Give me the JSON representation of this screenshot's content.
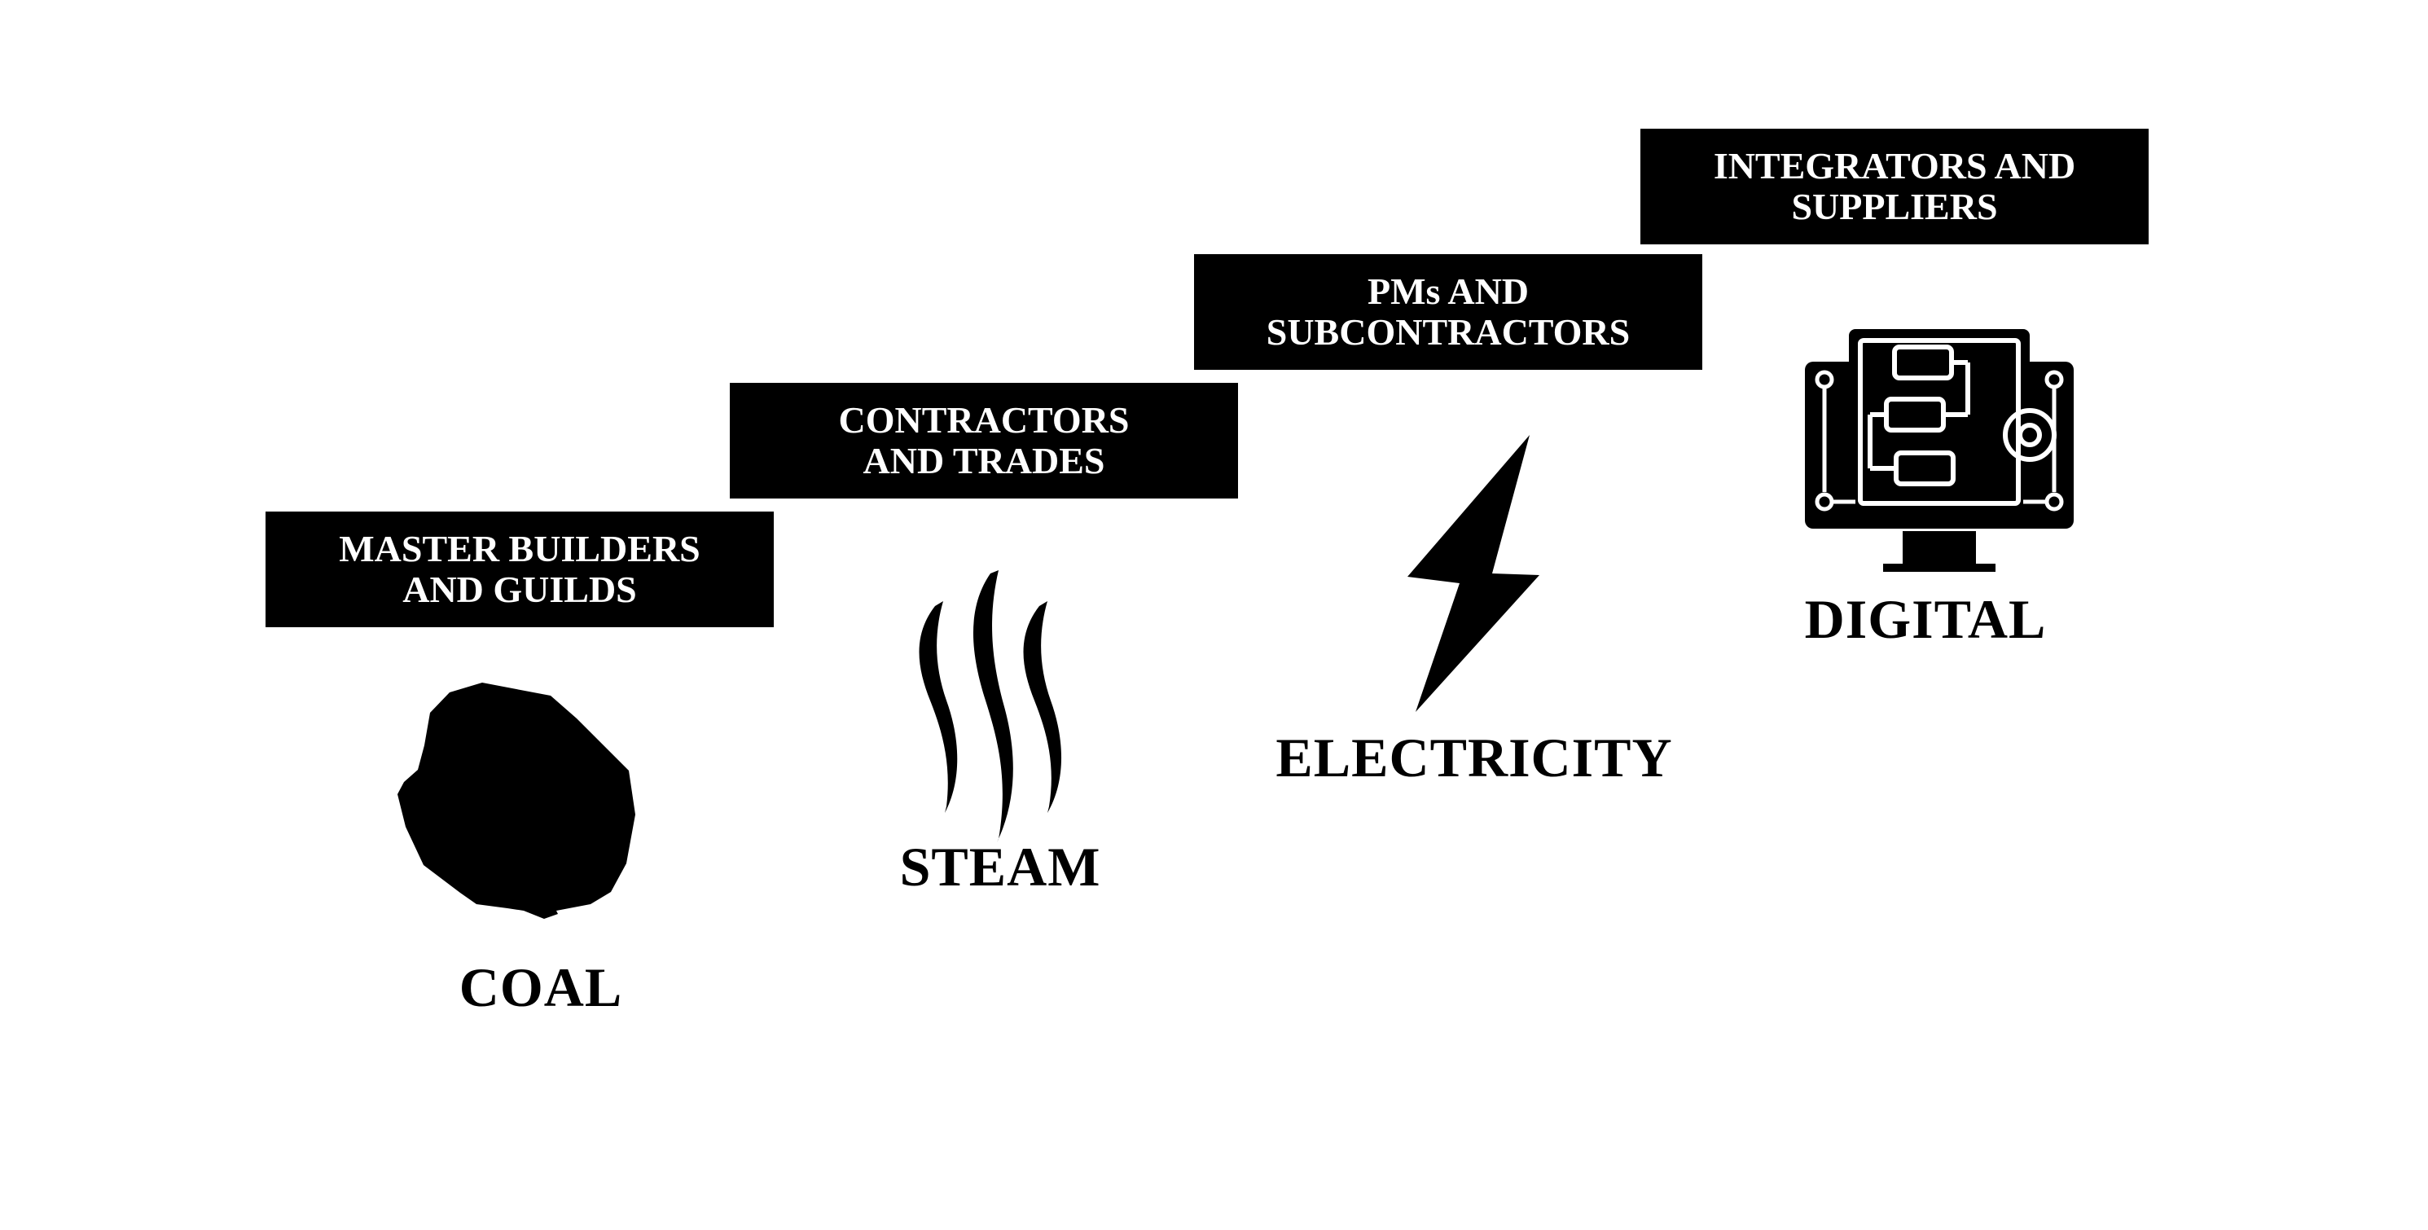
{
  "colors": {
    "box_fill": "#000000",
    "box_text": "#ffffff",
    "label_text": "#000000",
    "background": "#ffffff"
  },
  "stages": [
    {
      "role": {
        "line1": "MASTER BUILDERS",
        "line2": "AND GUILDS"
      },
      "era": "COAL",
      "icon": "coal-lump-icon"
    },
    {
      "role": {
        "line1": "CONTRACTORS",
        "line2": "AND TRADES"
      },
      "era": "STEAM",
      "icon": "steam-icon"
    },
    {
      "role": {
        "line1": "PMs AND",
        "line2": "SUBCONTRACTORS"
      },
      "era": "ELECTRICITY",
      "icon": "lightning-bolt-icon"
    },
    {
      "role": {
        "line1": "INTEGRATORS AND",
        "line2": "SUPPLIERS"
      },
      "era": "DIGITAL",
      "icon": "digital-monitor-icon"
    }
  ]
}
